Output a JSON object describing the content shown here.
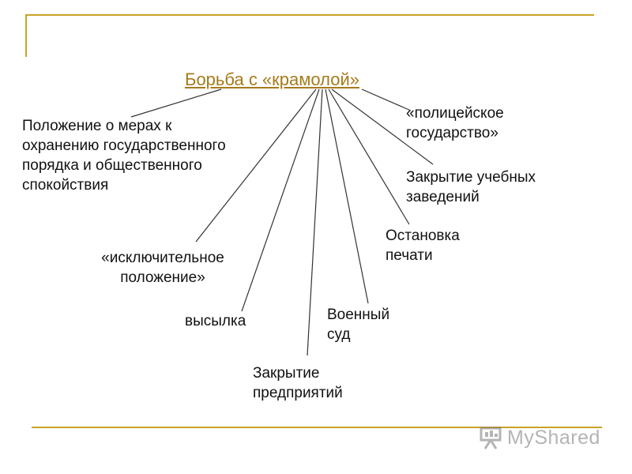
{
  "diagram": {
    "title": "Борьба с «крамолой»",
    "branches": {
      "position": [
        "Положение о мерах к",
        "охранению государственного",
        "порядка и общественного",
        "спокойствия"
      ],
      "exceptional": [
        "«исключительное",
        "положение»"
      ],
      "exile": [
        "высылка"
      ],
      "enterprises": [
        "Закрытие",
        "предприятий"
      ],
      "court": [
        "Военный",
        "суд"
      ],
      "press": [
        "Остановка",
        "печати"
      ],
      "schools": [
        "Закрытие учебных",
        "заведений"
      ],
      "police_state": [
        "«полицейское",
        "государство»"
      ]
    }
  },
  "watermark": {
    "text": "MyShared",
    "icon": "presentation-board-icon"
  },
  "colors": {
    "accent": "#c9a227",
    "title": "#a77a1a",
    "text": "#111111"
  }
}
